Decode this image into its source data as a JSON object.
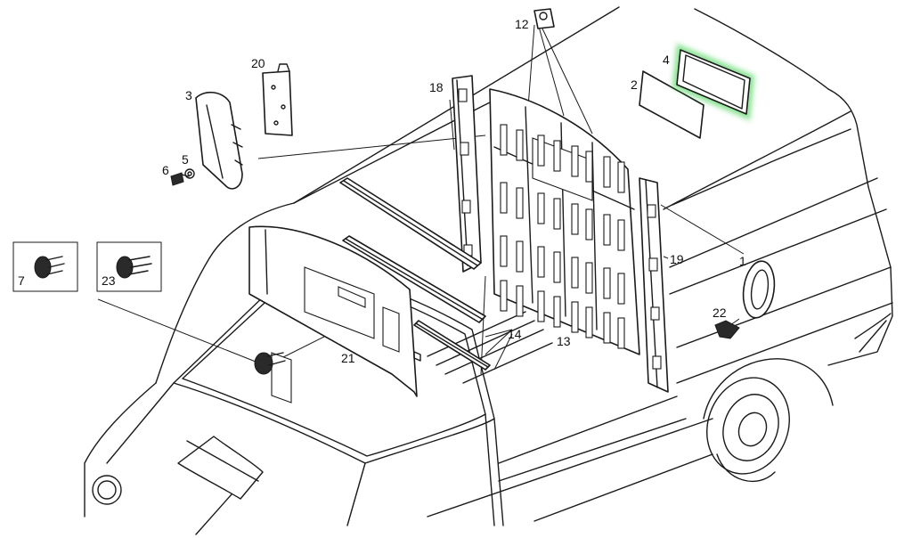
{
  "callouts": [
    {
      "id": "1",
      "text": "1"
    },
    {
      "id": "2",
      "text": "2"
    },
    {
      "id": "3",
      "text": "3"
    },
    {
      "id": "4",
      "text": "4"
    },
    {
      "id": "5",
      "text": "5"
    },
    {
      "id": "6",
      "text": "6"
    },
    {
      "id": "7",
      "text": "7"
    },
    {
      "id": "12",
      "text": "12"
    },
    {
      "id": "13",
      "text": "13"
    },
    {
      "id": "14",
      "text": "14"
    },
    {
      "id": "18",
      "text": "18"
    },
    {
      "id": "19",
      "text": "19"
    },
    {
      "id": "20",
      "text": "20"
    },
    {
      "id": "21",
      "text": "21"
    },
    {
      "id": "22",
      "text": "22"
    },
    {
      "id": "23",
      "text": "23"
    }
  ],
  "highlight": {
    "part": "4",
    "color": "#2ecc40"
  },
  "colors": {
    "line": "#1a1a1a",
    "background": "#ffffff"
  }
}
